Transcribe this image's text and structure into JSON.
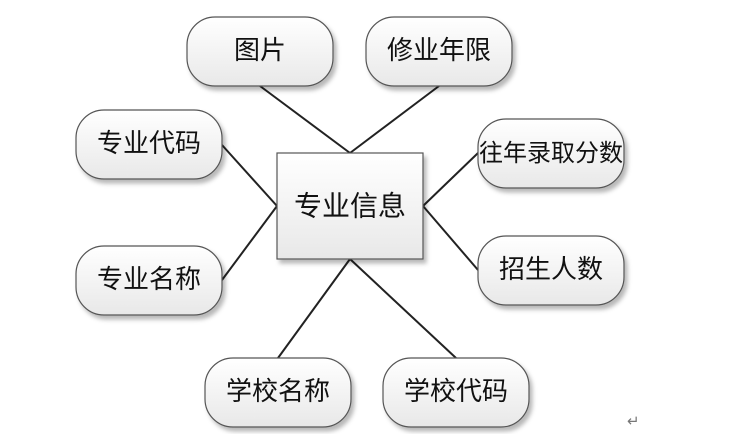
{
  "entity": {
    "label": "专业信息"
  },
  "attributes": [
    {
      "key": "photo",
      "label": "图片"
    },
    {
      "key": "study_years",
      "label": "修业年限"
    },
    {
      "key": "major_code",
      "label": "专业代码"
    },
    {
      "key": "past_admission_score",
      "label": "往年录取分数"
    },
    {
      "key": "major_name",
      "label": "专业名称"
    },
    {
      "key": "enrollment_count",
      "label": "招生人数"
    },
    {
      "key": "school_name",
      "label": "学校名称"
    },
    {
      "key": "school_code",
      "label": "学校代码"
    }
  ],
  "paragraph_mark": "↵",
  "colors": {
    "node_stroke": "#555555",
    "node_fill_top": "#ffffff",
    "node_fill_bottom": "#e8e8e8",
    "edge": "#222222"
  }
}
